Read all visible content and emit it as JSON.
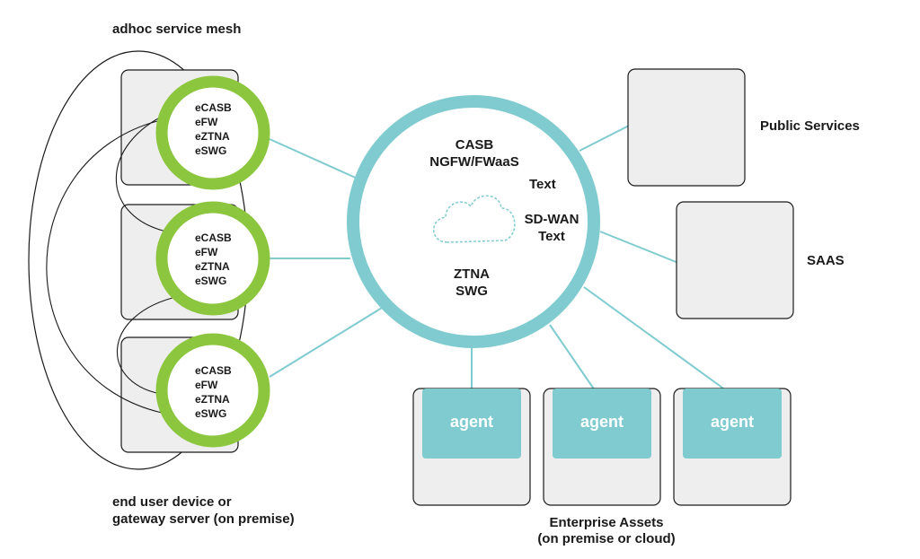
{
  "labels": {
    "mesh_title": "adhoc service mesh",
    "devices_caption_line1": "end user device or",
    "devices_caption_line2": "gateway server (on premise)",
    "public_services": "Public Services",
    "saas": "SAAS",
    "enterprise_line1": "Enterprise Assets",
    "enterprise_line2": "(on premise or cloud)"
  },
  "hub": {
    "line1": "CASB",
    "line2": "NGFW/FWaaS",
    "text_a": "Text",
    "sdwan": "SD-WAN",
    "text_b": "Text",
    "line5": "ZTNA",
    "line6": "SWG"
  },
  "edge_nodes": [
    {
      "items": [
        "eCASB",
        "eFW",
        "eZTNA",
        "eSWG"
      ]
    },
    {
      "items": [
        "eCASB",
        "eFW",
        "eZTNA",
        "eSWG"
      ]
    },
    {
      "items": [
        "eCASB",
        "eFW",
        "eZTNA",
        "eSWG"
      ]
    }
  ],
  "agents": [
    "agent",
    "agent",
    "agent"
  ],
  "colors": {
    "hub_ring": "#7fcbcf",
    "node_ring": "#8cc63f",
    "box_fill": "#eeeeee",
    "agent_fill": "#7fcbcf",
    "connector": "#7fcbcf"
  }
}
